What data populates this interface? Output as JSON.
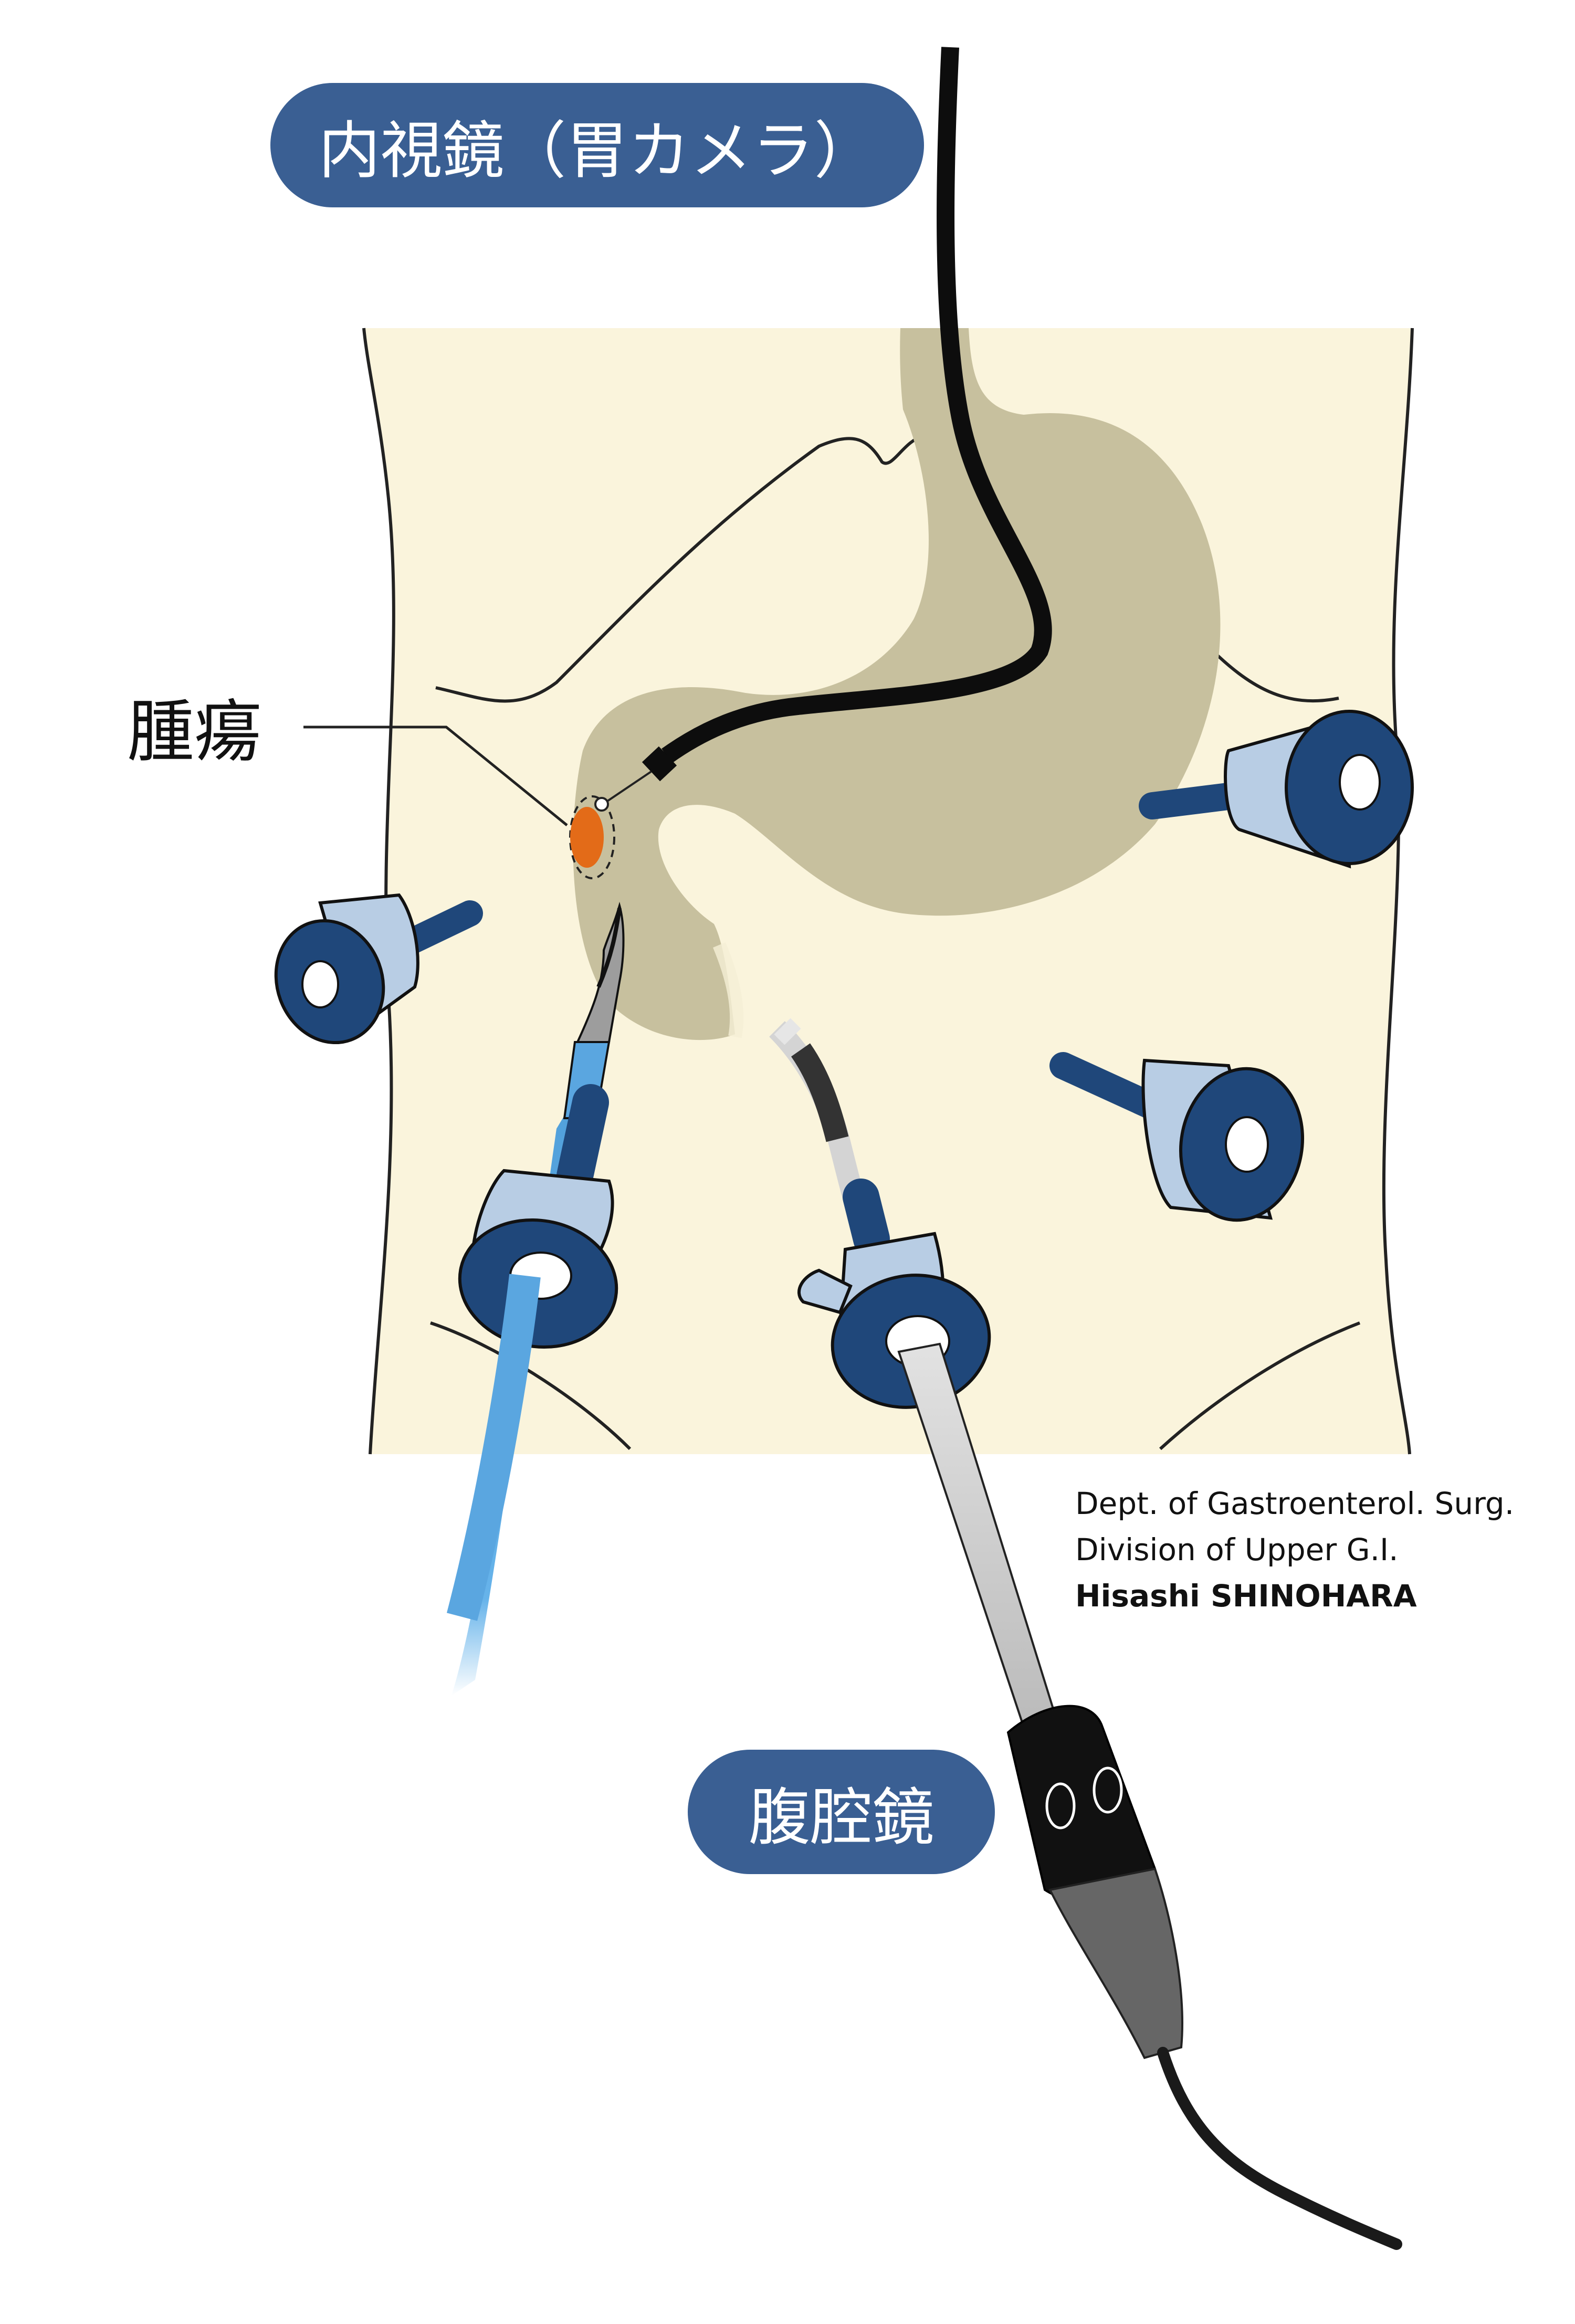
{
  "labels": {
    "endoscope": "内視鏡（胃カメラ）",
    "laparoscope": "腹腔鏡",
    "tumor": "腫瘍"
  },
  "credit": {
    "line1": "Dept. of Gastroenterol. Surg.",
    "line2": "Division of Upper G.I.",
    "author": "Hisashi SHINOHARA"
  },
  "colors": {
    "skin": "#faf4dc",
    "stomach": "#c7c09e",
    "tumor": "#e36b18",
    "trocar_light": "#b8cde4",
    "trocar_dark": "#1f477a",
    "label_pill": "#3a5f93",
    "instrument_blue": "#5aa6e0",
    "scope_grey": "#d4d4d4"
  }
}
